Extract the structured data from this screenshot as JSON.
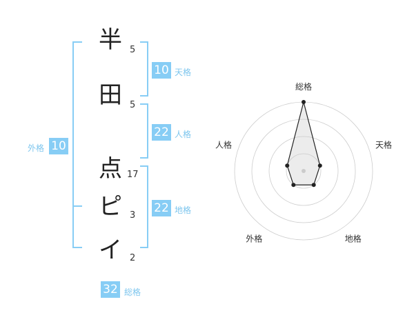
{
  "name": {
    "characters": [
      {
        "char": "半",
        "strokes": "5"
      },
      {
        "char": "田",
        "strokes": "5"
      },
      {
        "char": "点",
        "strokes": "17"
      },
      {
        "char": "ピ",
        "strokes": "3"
      },
      {
        "char": "イ",
        "strokes": "2"
      }
    ]
  },
  "scores": {
    "tenkaku": {
      "value": "10",
      "label": "天格"
    },
    "jinkaku": {
      "value": "22",
      "label": "人格"
    },
    "chikaku": {
      "value": "22",
      "label": "地格"
    },
    "gaikaku": {
      "value": "10",
      "label": "外格"
    },
    "soukaku": {
      "value": "32",
      "label": "総格"
    }
  },
  "colors": {
    "accent": "#87cdf5",
    "accent_text": "#7ec6ee"
  },
  "chart_data": {
    "type": "radar",
    "axes": [
      "総格",
      "天格",
      "地格",
      "外格",
      "人格"
    ],
    "values": [
      4,
      1,
      1,
      1,
      1
    ],
    "max": 4,
    "rings": 4
  }
}
